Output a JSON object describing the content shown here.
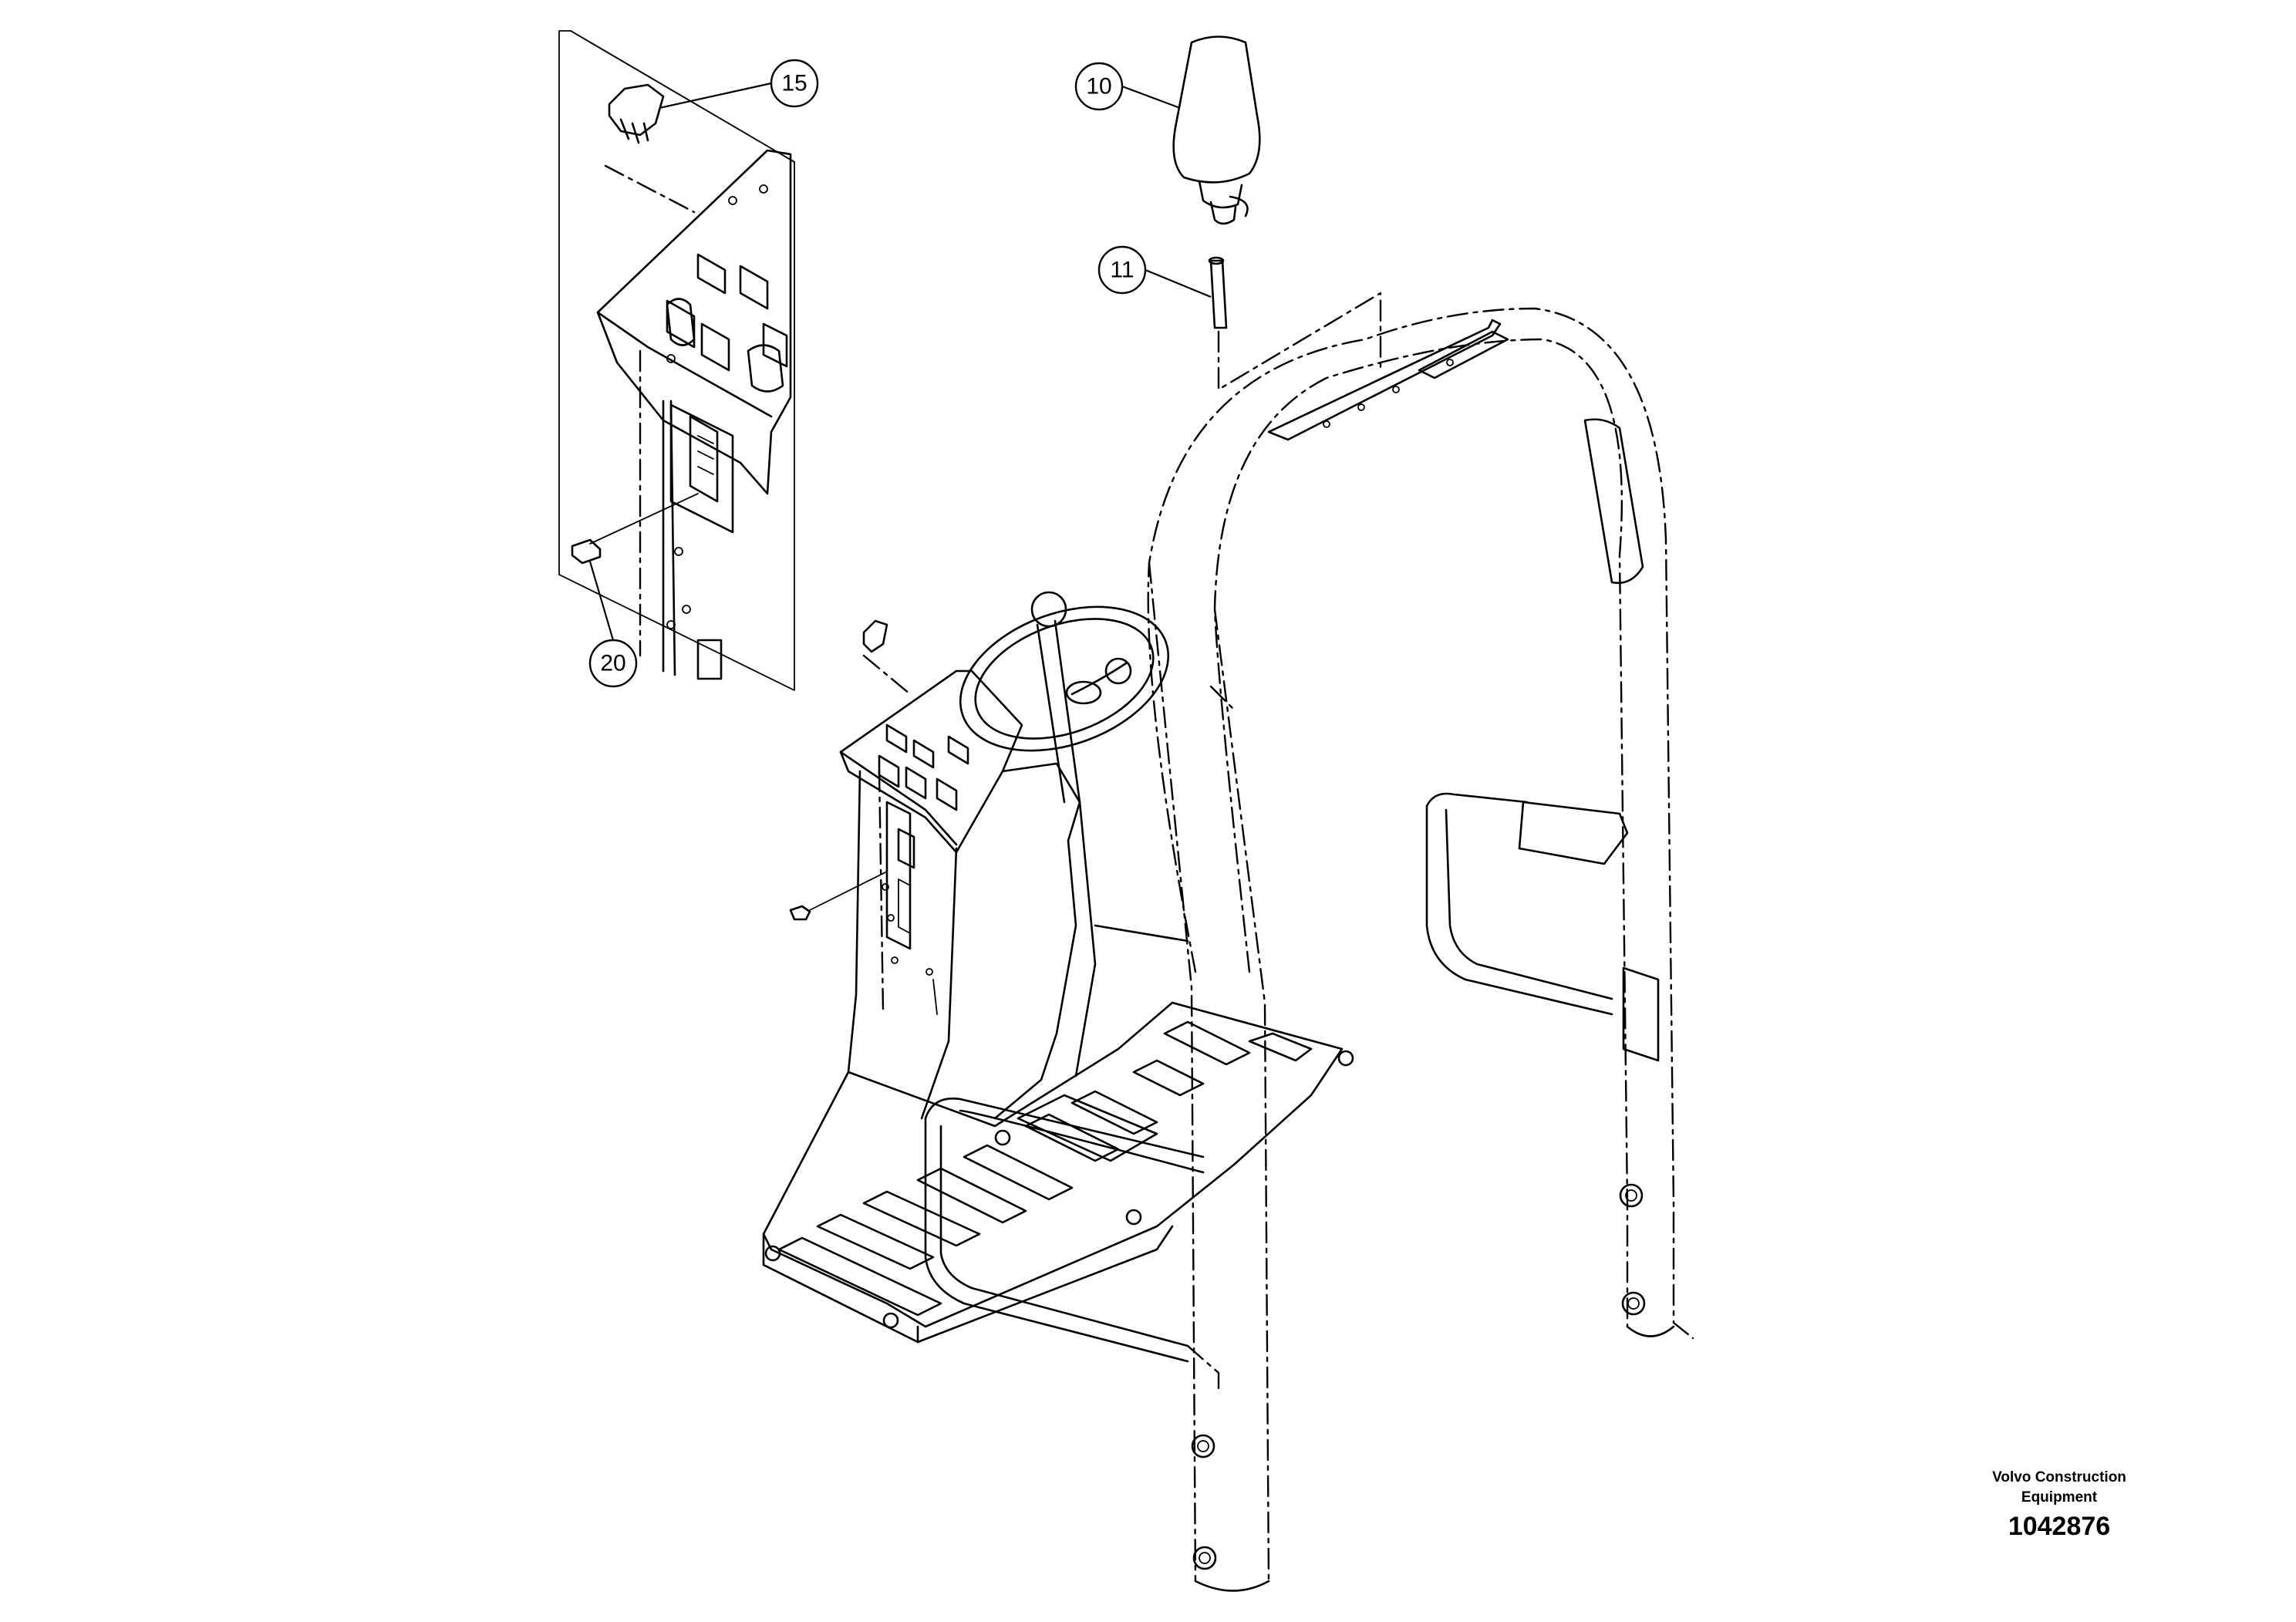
{
  "callouts": [
    {
      "id": "15",
      "label": "15"
    },
    {
      "id": "10",
      "label": "10"
    },
    {
      "id": "11",
      "label": "11"
    },
    {
      "id": "20",
      "label": "20"
    }
  ],
  "credit": {
    "line1": "Volvo Construction",
    "line2": "Equipment",
    "number": "1042876"
  }
}
